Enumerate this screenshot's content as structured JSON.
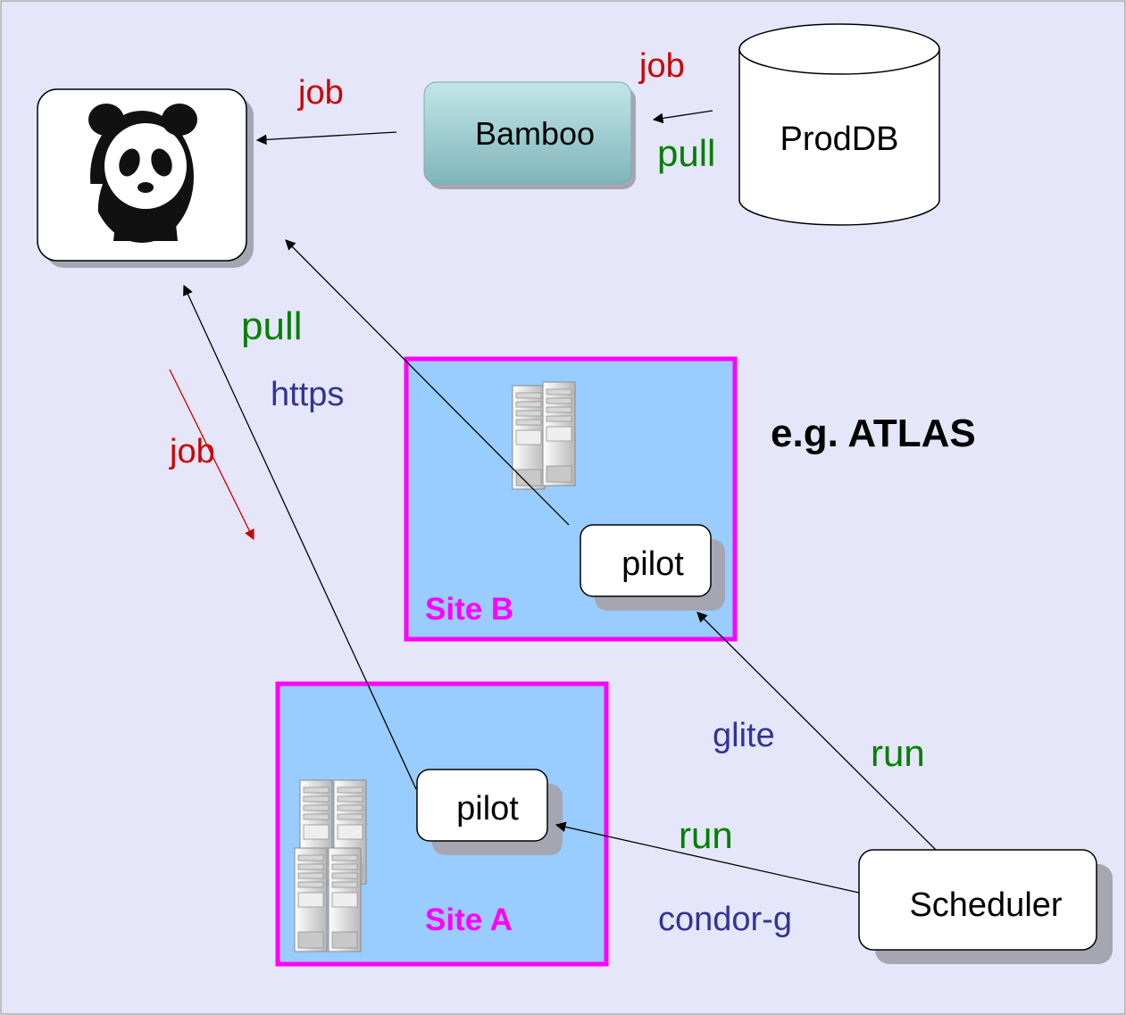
{
  "colors": {
    "background": "#e6e6fa",
    "site_fill": "#99ccff",
    "site_border": "#ff00ff",
    "red_text": "#cc0000",
    "green_text": "#008000",
    "blue_text": "#333399",
    "bamboo_fill": "#9ccfd3",
    "shadow": "#a6a6b3"
  },
  "nodes": {
    "panda": {
      "icon": "panda-logo-icon"
    },
    "bamboo": {
      "label": "Bamboo"
    },
    "proddb": {
      "label": "ProdDB"
    },
    "site_b": {
      "label": "Site B",
      "pilot_label": "pilot",
      "servers_icon": "server-rack-icon"
    },
    "site_a": {
      "label": "Site A",
      "pilot_label": "pilot",
      "servers_icon": "server-rack-icon"
    },
    "scheduler": {
      "label": "Scheduler"
    }
  },
  "labels": {
    "top_job": "job",
    "proddb_job": "job",
    "proddb_pull": "pull",
    "left_pull": "pull",
    "left_https": "https",
    "left_job": "job",
    "atlas": "e.g. ATLAS",
    "glite": "glite",
    "run_b": "run",
    "run_a": "run",
    "condor": "condor-g"
  }
}
